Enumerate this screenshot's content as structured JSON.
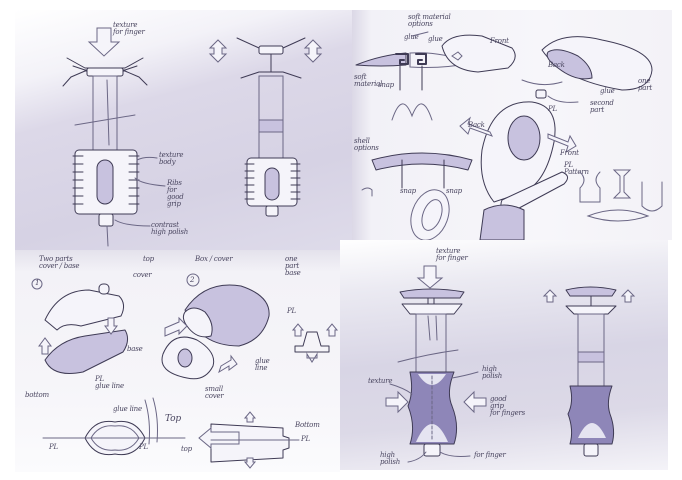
{
  "image": {
    "description": "Collage of four pencil/marker industrial-design concept sketches for a plunger/syringe-like handheld device",
    "background": "#ffffff",
    "palette": {
      "paper": "#f5f4fa",
      "lavender_shade": "#d6d2e4",
      "ink": "#3f3b55",
      "marker_purple": "#8e86b8"
    }
  },
  "panels": {
    "top_left": {
      "subject": "plunger device with ribbed grip body, pressed and extended views",
      "annotations": {
        "a1": "texture\nfor finger",
        "a2": "texture\nbody",
        "a3": "Ribs\nfor\ngood\ngrip",
        "a4": "contrast\nhigh polish"
      }
    },
    "top_right": {
      "subject": "material/snap-fit detail studies, ring handle and oval shell parts",
      "annotations": {
        "a1": "soft material\noptions",
        "a2": "glue",
        "a3": "glue",
        "a4": "soft\nmaterial",
        "a5": "snap",
        "a6": "Front",
        "a7": "Back",
        "a8": "glue",
        "a9": "one\npart",
        "a10": "second\npart",
        "a11": "PL",
        "a12": "shell\noptions",
        "a13": "snap",
        "a14": "snap",
        "a15": "Back",
        "a16": "Front",
        "a17": "PL\nPattern"
      }
    },
    "bottom_left": {
      "subject": "housing split options: two-part cover/base and one-part base with small cover",
      "annotations": {
        "a1": "Two parts\ncover / base",
        "a2": "1",
        "a3": "top",
        "a4": "cover",
        "a5": "base",
        "a6": "bottom",
        "a7": "PL\nglue line",
        "a8": "Box / cover",
        "a9": "2",
        "a10": "one\npart\nbase",
        "a11": "PL",
        "a12": "glue\nline",
        "a13": "small\ncover",
        "a14": "Top",
        "a15": "glue line",
        "a16": "PL",
        "a17": "PL",
        "a18": "top",
        "a19": "Bottom",
        "a20": "PL"
      }
    },
    "bottom_right": {
      "subject": "plunger device with sculpted hourglass grip body, pressed and extended views",
      "annotations": {
        "a1": "texture\nfor finger",
        "a2": "high\npolish",
        "a3": "texture",
        "a4": "good\ngrip\nfor fingers",
        "a5": "high\npolish",
        "a6": "for finger"
      }
    }
  }
}
